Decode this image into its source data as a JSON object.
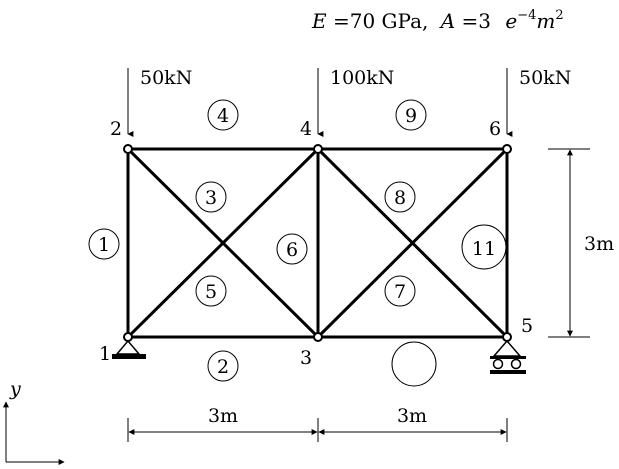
{
  "header": {
    "formula_E": "E",
    "formula_E_value": " =70 GPa,",
    "formula_A": "A",
    "formula_A_value": " =3",
    "formula_e": "e",
    "formula_exp": "−4",
    "formula_m": "m",
    "formula_m_exp": "2"
  },
  "loads": [
    "50kN",
    "100kN",
    "50kN"
  ],
  "nodes": [
    "1",
    "2",
    "3",
    "4",
    "5",
    "6"
  ],
  "members": [
    "1",
    "2",
    "3",
    "4",
    "5",
    "6",
    "7",
    "8",
    "9",
    "11"
  ],
  "dimensions": {
    "span_left": "3m",
    "span_right": "3m",
    "height": "3m"
  },
  "axes": {
    "y": "y"
  }
}
